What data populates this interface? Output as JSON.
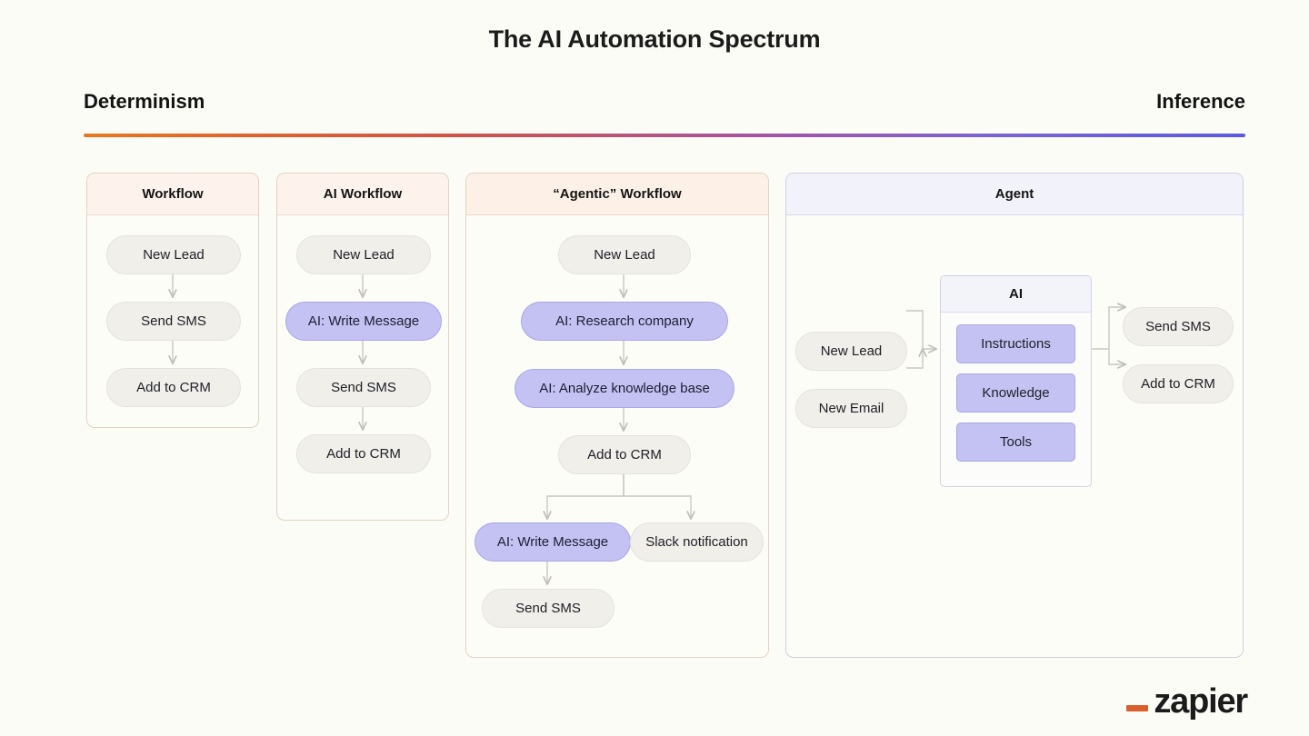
{
  "slide": {
    "title": "The AI Automation Spectrum",
    "background_color": "#fcfcf7"
  },
  "spectrum": {
    "left_label": "Determinism",
    "right_label": "Inference",
    "gradient_from": "#e8791e",
    "gradient_mid": "#a9539c",
    "gradient_to": "#5b5be0"
  },
  "colors": {
    "ai_node_fill": "#c3c2f2",
    "ai_node_border": "#a9a8e6",
    "plain_node_fill": "#f0efe9",
    "plain_node_border": "#e4e3db",
    "warm_card_border": "#e3d2c2",
    "warm_header_fill": "#fdf3ec",
    "cool_card_border": "#cfcfe4",
    "cool_header_fill": "#f2f2fa",
    "connector": "#c9c7bf"
  },
  "columns": [
    {
      "id": "workflow",
      "title": "Workflow",
      "nodes": [
        {
          "label": "New Lead",
          "kind": "plain"
        },
        {
          "label": "Send SMS",
          "kind": "plain"
        },
        {
          "label": "Add to CRM",
          "kind": "plain"
        }
      ]
    },
    {
      "id": "ai-workflow",
      "title": "AI Workflow",
      "nodes": [
        {
          "label": "New Lead",
          "kind": "plain"
        },
        {
          "label": "AI: Write Message",
          "kind": "ai"
        },
        {
          "label": "Send SMS",
          "kind": "plain"
        },
        {
          "label": "Add to CRM",
          "kind": "plain"
        }
      ]
    },
    {
      "id": "agentic-workflow",
      "title": "“Agentic” Workflow",
      "nodes": [
        {
          "label": "New Lead",
          "kind": "plain"
        },
        {
          "label": "AI: Research company",
          "kind": "ai"
        },
        {
          "label": "AI: Analyze knowledge base",
          "kind": "ai"
        },
        {
          "label": "Add to CRM",
          "kind": "plain"
        },
        {
          "label": "AI: Write Message",
          "kind": "ai"
        },
        {
          "label": "Slack notification",
          "kind": "plain"
        },
        {
          "label": "Send SMS",
          "kind": "plain"
        }
      ]
    },
    {
      "id": "agent",
      "title": "Agent",
      "triggers": [
        {
          "label": "New Lead",
          "kind": "plain"
        },
        {
          "label": "New Email",
          "kind": "plain"
        }
      ],
      "ai_box": {
        "title": "AI",
        "components": [
          {
            "label": "Instructions"
          },
          {
            "label": "Knowledge"
          },
          {
            "label": "Tools"
          }
        ]
      },
      "actions": [
        {
          "label": "Send SMS",
          "kind": "plain"
        },
        {
          "label": "Add to CRM",
          "kind": "plain"
        }
      ]
    }
  ],
  "branding": {
    "logo_text": "zapier",
    "logo_accent": "#d9602c"
  }
}
